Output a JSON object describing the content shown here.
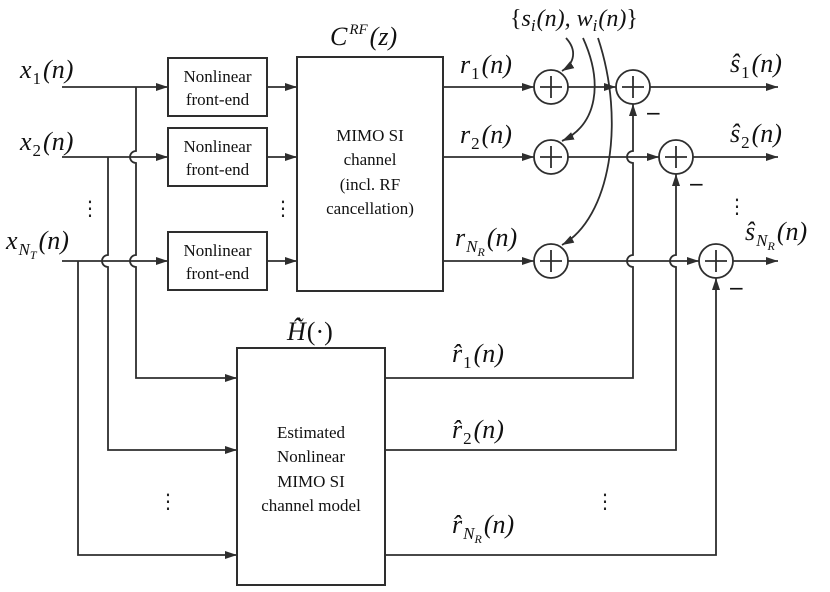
{
  "diagram": {
    "inputs": [
      {
        "base": "x",
        "sub": "1",
        "arg": "(n)"
      },
      {
        "base": "x",
        "sub": "2",
        "arg": "(n)"
      },
      {
        "base": "x",
        "sub": "N",
        "subsub": "T",
        "arg": "(n)"
      }
    ],
    "front_end_blocks": [
      {
        "line1": "Nonlinear",
        "line2": "front-end"
      },
      {
        "line1": "Nonlinear",
        "line2": "front-end"
      },
      {
        "line1": "Nonlinear",
        "line2": "front-end"
      }
    ],
    "channel_block": {
      "label": {
        "base": "C",
        "sup": "RF",
        "arg": "(z)"
      },
      "lines": [
        "MIMO SI",
        "channel",
        "(incl. RF",
        "cancellation)"
      ]
    },
    "model_block": {
      "label": {
        "base": "H̃̂",
        "arg": "(·)"
      },
      "lines": [
        "Estimated",
        "Nonlinear",
        "MIMO SI",
        "channel model"
      ]
    },
    "injection_label": {
      "open": "{",
      "s": "s",
      "s_sub": "i",
      "s_arg": "(n),",
      "w": "w",
      "w_sub": "i",
      "w_arg": "(n)",
      "close": "}"
    },
    "received": [
      {
        "base": "r",
        "sub": "1",
        "arg": "(n)"
      },
      {
        "base": "r",
        "sub": "2",
        "arg": "(n)"
      },
      {
        "base": "r",
        "sub": "N",
        "subsub": "R",
        "arg": "(n)"
      }
    ],
    "reconstructed": [
      {
        "base": "r̂",
        "sub": "1",
        "arg": "(n)"
      },
      {
        "base": "r̂",
        "sub": "2",
        "arg": "(n)"
      },
      {
        "base": "r̂",
        "sub": "N",
        "subsub": "R",
        "arg": "(n)"
      }
    ],
    "outputs": [
      {
        "base": "ŝ",
        "sub": "1",
        "arg": "(n)"
      },
      {
        "base": "ŝ",
        "sub": "2",
        "arg": "(n)"
      },
      {
        "base": "ŝ",
        "sub": "N",
        "subsub": "R",
        "arg": "(n)"
      }
    ],
    "minus_sign": "−",
    "vdots": "⋮"
  }
}
